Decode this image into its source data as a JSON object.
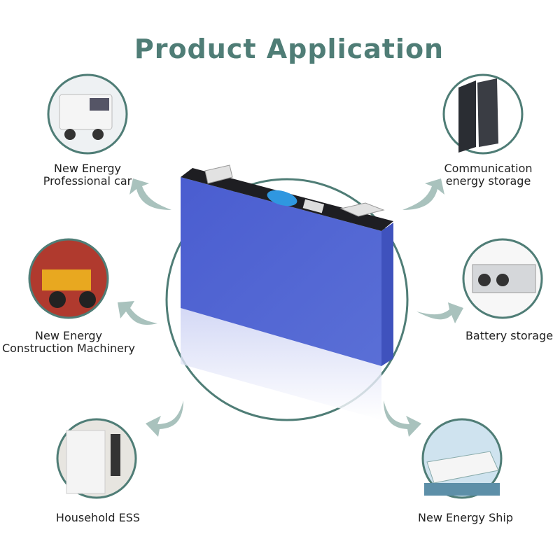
{
  "title": "Product Application",
  "colors": {
    "accent": "#4f7d76",
    "arrow": "#a9c2bd",
    "battery": "#4f63cc"
  },
  "applications": [
    {
      "label_lines": [
        "New Energy",
        "Professional car"
      ],
      "icon": "truck-image"
    },
    {
      "label_lines": [
        "Communication",
        "energy storage"
      ],
      "icon": "battery-rack-image"
    },
    {
      "label_lines": [
        "New Energy",
        "Construction Machinery"
      ],
      "icon": "wheel-loader-image"
    },
    {
      "label_lines": [
        "Battery storage"
      ],
      "icon": "battery-module-image"
    },
    {
      "label_lines": [
        "Household ESS"
      ],
      "icon": "home-ess-image"
    },
    {
      "label_lines": [
        "New Energy Ship"
      ],
      "icon": "yacht-image"
    }
  ]
}
